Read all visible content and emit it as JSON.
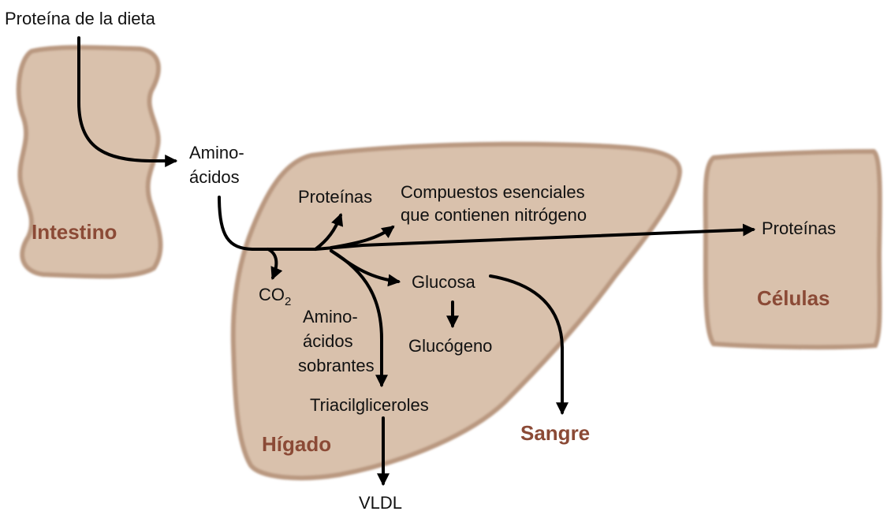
{
  "diagram": {
    "source_label": "Proteína de la dieta",
    "amino_line1": "Amino-",
    "amino_line2": "ácidos",
    "liver_proteins": "Proteínas",
    "compounds_line1": "Compuestos esenciales",
    "compounds_line2": "que contienen nitrógeno",
    "co2_main": "CO",
    "co2_sub": "2",
    "glucose": "Glucosa",
    "glycogen": "Glucógeno",
    "excess_line1": "Amino-",
    "excess_line2": "ácidos",
    "excess_line3": "sobrantes",
    "triacylglycerols": "Triacilgliceroles",
    "vldl": "VLDL",
    "cell_proteins": "Proteínas"
  },
  "organs": {
    "intestine": "Intestino",
    "liver": "Hígado",
    "blood": "Sangre",
    "cells": "Células"
  },
  "colors": {
    "organ_fill": "#d9c1ac",
    "organ_edge": "#b99880",
    "organ_label": "#8b4a36",
    "arrow": "#000000"
  }
}
